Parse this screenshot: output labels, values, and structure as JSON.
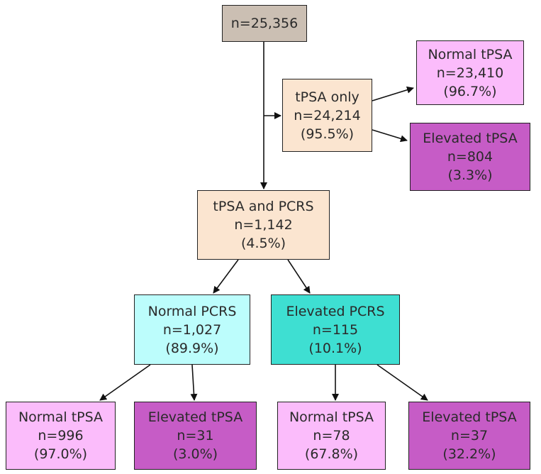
{
  "colors": {
    "root_fill": "#cbbfb3",
    "intermediate_fill": "#fbe5d0",
    "normal_tpsa_fill": "#fbbcfb",
    "elevated_tpsa_fill": "#c65cc6",
    "normal_pcrs_fill": "#bcfdfc",
    "elevated_pcrs_fill": "#3edfd2",
    "arrow": "#111111"
  },
  "nodes": {
    "root": {
      "lines": [
        "n=25,356"
      ]
    },
    "tpsa_only": {
      "lines": [
        "tPSA only",
        "n=24,214",
        "(95.5%)"
      ]
    },
    "tpsa_only_normal": {
      "lines": [
        "Normal tPSA",
        "n=23,410",
        "(96.7%)"
      ]
    },
    "tpsa_only_elevated": {
      "lines": [
        "Elevated tPSA",
        "n=804",
        "(3.3%)"
      ]
    },
    "tpsa_pcrs": {
      "lines": [
        "tPSA and PCRS",
        "n=1,142",
        "(4.5%)"
      ]
    },
    "normal_pcrs": {
      "lines": [
        "Normal PCRS",
        "n=1,027",
        "(89.9%)"
      ]
    },
    "elevated_pcrs": {
      "lines": [
        "Elevated PCRS",
        "n=115",
        "(10.1%)"
      ]
    },
    "np_normal_tpsa": {
      "lines": [
        "Normal tPSA",
        "n=996",
        "(97.0%)"
      ]
    },
    "np_elevated_tpsa": {
      "lines": [
        "Elevated tPSA",
        "n=31",
        "(3.0%)"
      ]
    },
    "ep_normal_tpsa": {
      "lines": [
        "Normal tPSA",
        "n=78",
        "(67.8%)"
      ]
    },
    "ep_elevated_tpsa": {
      "lines": [
        "Elevated tPSA",
        "n=37",
        "(32.2%)"
      ]
    }
  }
}
